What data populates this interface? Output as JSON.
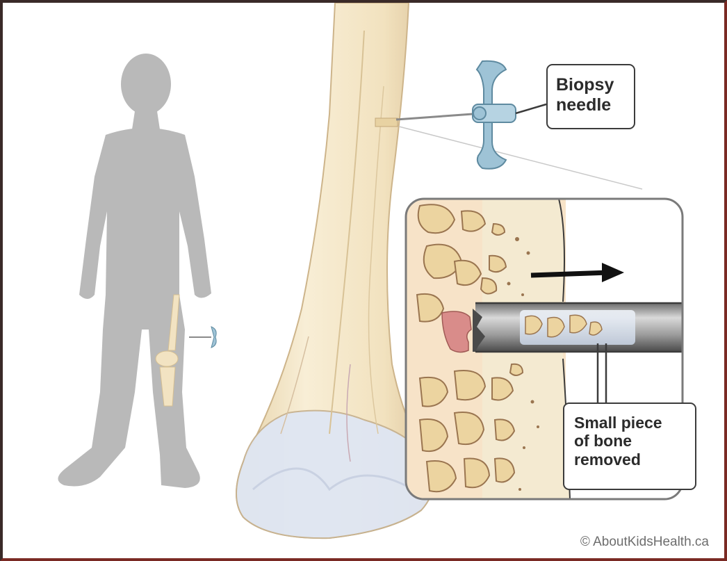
{
  "labels": {
    "biopsy_needle": "Biopsy\nneedle",
    "bone_piece": "Small piece\nof bone\nremoved"
  },
  "credit": "© AboutKidsHealth.ca",
  "colors": {
    "silhouette": "#b9b9b9",
    "bone": "#f3e6c8",
    "needle_handle": "#9ec3d6",
    "frame": "#5a2622"
  }
}
